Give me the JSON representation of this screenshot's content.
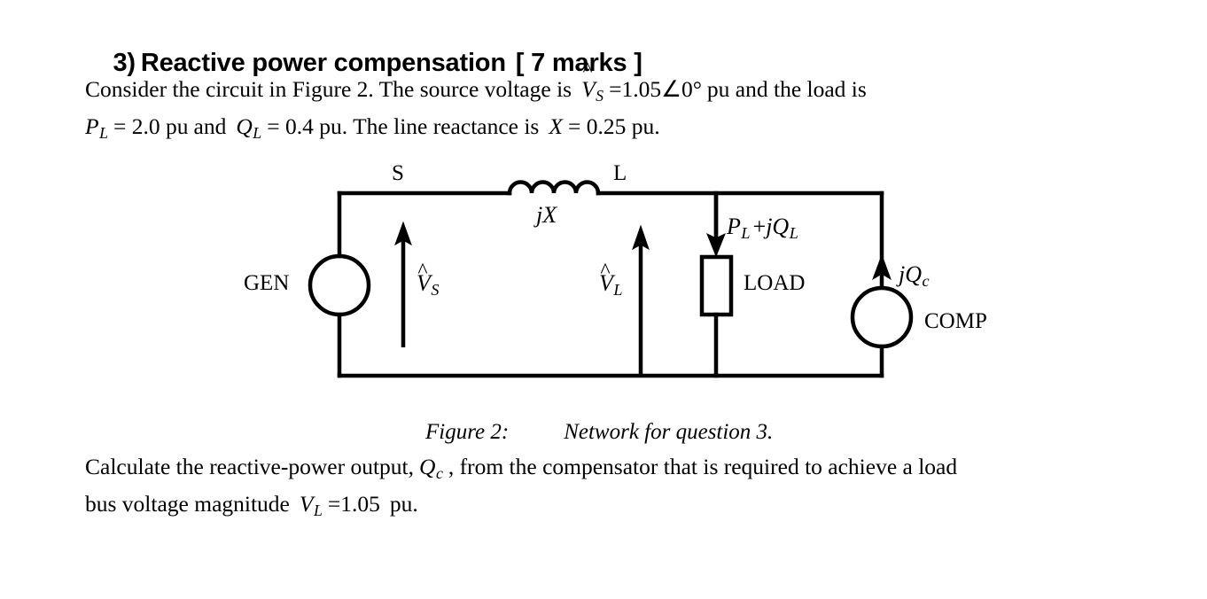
{
  "heading": {
    "text": "3) Reactive power compensation  [ 7 marks ]",
    "number": "3)",
    "title": "Reactive power compensation",
    "marks": "[ 7 marks ]"
  },
  "intro": {
    "line1_a": "Consider the circuit in Figure 2. The source voltage is",
    "vs_symbol": "V",
    "vs_hat": "^",
    "vs_sub": "S",
    "vs_value": "=1.05",
    "angle_symbol": "∠",
    "angle_value": "0°",
    "line1_b": "pu and the load is",
    "pl_symbol": "P",
    "pl_sub": "L",
    "pl_value": "= 2.0 pu",
    "and_text": "and",
    "ql_symbol": "Q",
    "ql_sub": "L",
    "ql_value": "= 0.4 pu.",
    "line2_b": "The line reactance is",
    "x_symbol": "X",
    "x_value": "= 0.25 pu."
  },
  "figure": {
    "caption_label": "Figure 2:",
    "caption_text": "Network for question 3.",
    "labels": {
      "gen": "GEN",
      "comp": "COMP",
      "load": "LOAD",
      "node_s": "S",
      "node_l": "L",
      "reactance": "jX",
      "reactance_j": "j",
      "reactance_x": "X",
      "vs": "V",
      "vs_sub": "S",
      "vl": "V",
      "vl_sub": "L",
      "load_power_p": "P",
      "load_power_p_sub": "L",
      "load_power_plus": "+",
      "load_power_j": "j",
      "load_power_q": "Q",
      "load_power_q_sub": "L",
      "comp_power_j": "j",
      "comp_power_q": "Q",
      "comp_power_sub": "c"
    },
    "colors": {
      "wire": "#000000",
      "background": "#ffffff"
    }
  },
  "question": {
    "line1_a": "Calculate the reactive-power output,",
    "qc_symbol": "Q",
    "qc_sub": "c",
    "line1_b": ", from the compensator that is required to achieve a load",
    "line2_a": "bus voltage magnitude",
    "vl_symbol": "V",
    "vl_sub": "L",
    "vl_value": "=1.05",
    "line2_b": "pu."
  }
}
